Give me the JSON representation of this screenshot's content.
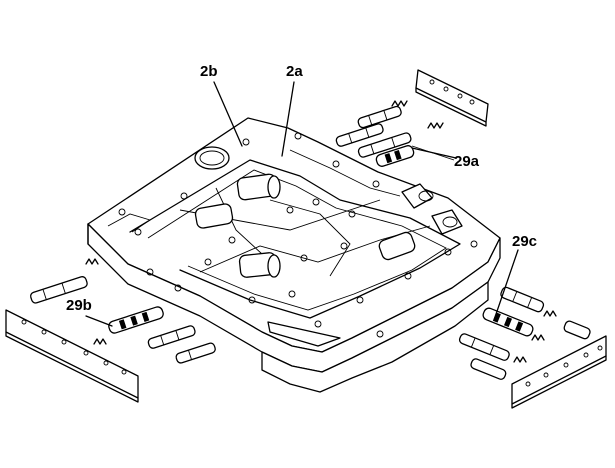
{
  "callouts": {
    "valve_body_left": "2b",
    "valve_body_right": "2a",
    "valve_group_top": "29a",
    "valve_group_left": "29b",
    "valve_group_right": "29c"
  },
  "colors": {
    "ink": "#000000",
    "paper": "#ffffff"
  }
}
